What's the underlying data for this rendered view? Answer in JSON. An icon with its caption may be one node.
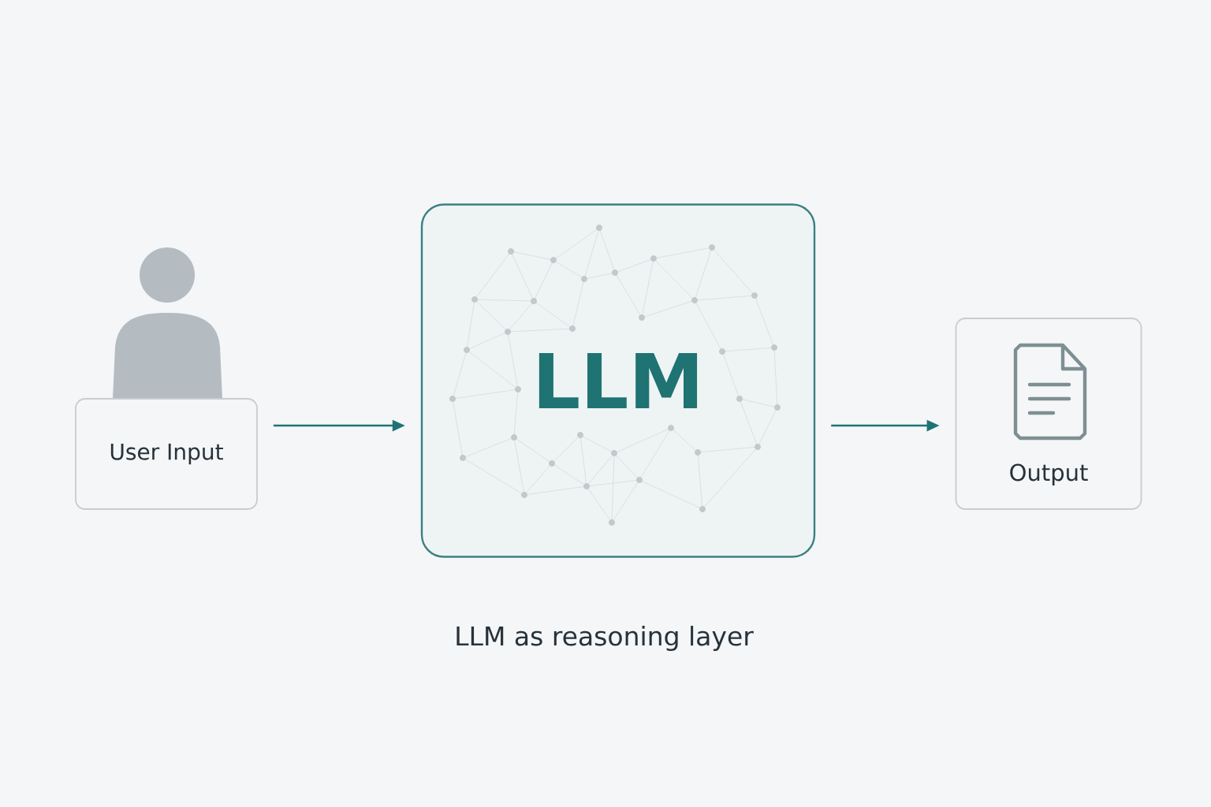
{
  "diagram": {
    "caption": "LLM as reasoning layer",
    "nodes": [
      {
        "text": [
          "User Input"
        ]
      },
      {
        "text": [
          "LLM"
        ]
      },
      {
        "text": [
          "Output"
        ]
      }
    ],
    "edges": [
      {
        "from": 0,
        "to": 1,
        "arrow": "to"
      },
      {
        "from": 1,
        "to": 2,
        "arrow": "to"
      }
    ]
  }
}
